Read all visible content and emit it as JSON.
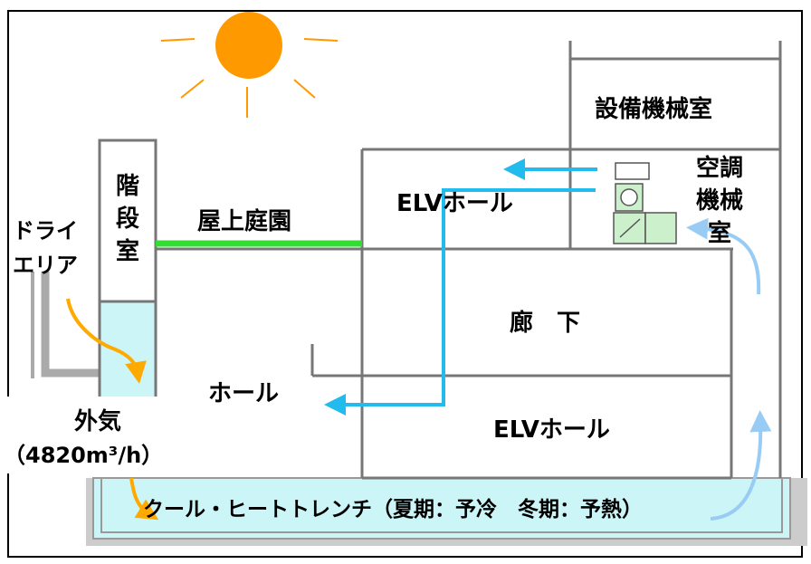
{
  "labels": {
    "equipment_room": "設備機械室",
    "ac_room": [
      "空調",
      "機械",
      "室"
    ],
    "stair_room": [
      "階",
      "段",
      "室"
    ],
    "roof_garden": "屋上庭園",
    "elv_hall_upper": "ELVホール",
    "dry_area": [
      "ドライ",
      "エリア"
    ],
    "corridor": "廊　下",
    "hall": "ホール",
    "elv_hall_lower": "ELVホール",
    "outside_air": "外気",
    "airflow": "（4820m³/h）",
    "trench": "クール・ヒートトレンチ（夏期：予冷　冬期：予熱）"
  },
  "colors": {
    "sun": "#ff9900",
    "trench_fill": "#ccf5f8",
    "roof_garden_line": "#33dd33",
    "duct_arrow": "#22bbee",
    "trench_arrow": "#99ccf5",
    "intake_arrow": "#ffaa00",
    "equipment_fill": "#ccf0cc"
  }
}
